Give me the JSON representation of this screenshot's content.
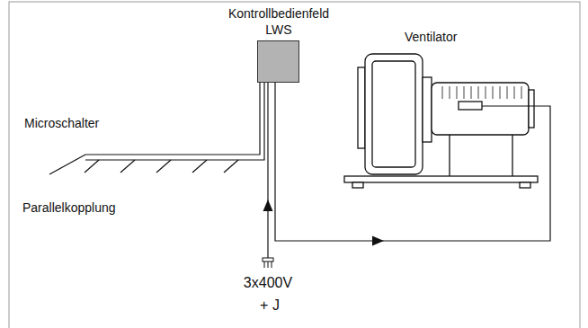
{
  "diagram": {
    "nodes": [
      {
        "text": [
          "Kontrollbedienfeld LWS"
        ]
      },
      {
        "text": [
          "Ventilator"
        ]
      }
    ],
    "edges": [
      {
        "from": 0,
        "to": 1,
        "arrow": "to"
      }
    ],
    "labels": [
      "Microschalter",
      "Parallelkopplung",
      "3x400V",
      "+ J"
    ]
  }
}
